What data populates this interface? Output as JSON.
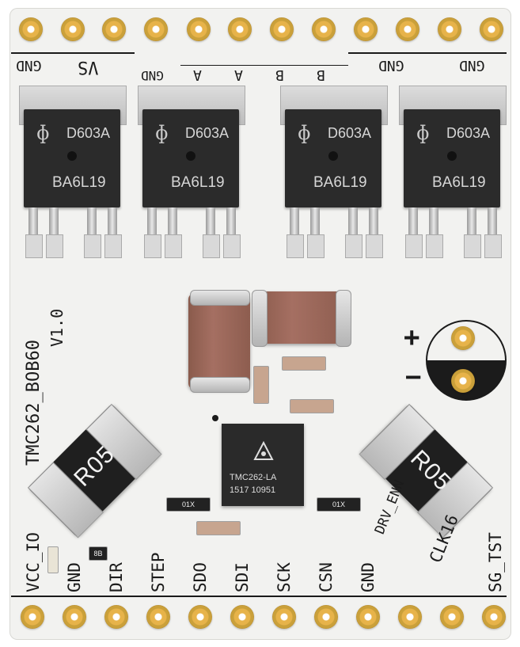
{
  "board": {
    "name": "TMC262_BOB60",
    "version": "V1.0"
  },
  "top_labels": {
    "gnd_left": "GND",
    "vs": "VS",
    "gnd_a": "GND",
    "a1": "A",
    "a2": "A",
    "b1": "B",
    "b2": "B",
    "gnd_right1": "GND",
    "gnd_right2": "GND"
  },
  "mosfets": [
    {
      "marking_top": "D603A",
      "marking_bottom": "BA6L19"
    },
    {
      "marking_top": "D603A",
      "marking_bottom": "BA6L19"
    },
    {
      "marking_top": "D603A",
      "marking_bottom": "BA6L19"
    },
    {
      "marking_top": "D603A",
      "marking_bottom": "BA6L19"
    }
  ],
  "polarity": {
    "plus": "+",
    "minus": "−"
  },
  "shunts": [
    {
      "label": "R05"
    },
    {
      "label": "R05"
    }
  ],
  "ic": {
    "name": "TMC262-LA",
    "code": "1517  10951"
  },
  "small_parts": {
    "r1": "01X",
    "r2": "01X",
    "led": "8B"
  },
  "bottom_labels": [
    "VCC_IO",
    "GND",
    "DIR",
    "STEP",
    "SDO",
    "SDI",
    "SCK",
    "CSN",
    "GND",
    "DRV_ENN",
    "CLK16",
    "SG_TST"
  ],
  "colors": {
    "board": "#f2f2f0",
    "pad_gold": "#e7b34a",
    "silkscreen": "#1b1b1b",
    "component_black": "#2b2b2b"
  }
}
